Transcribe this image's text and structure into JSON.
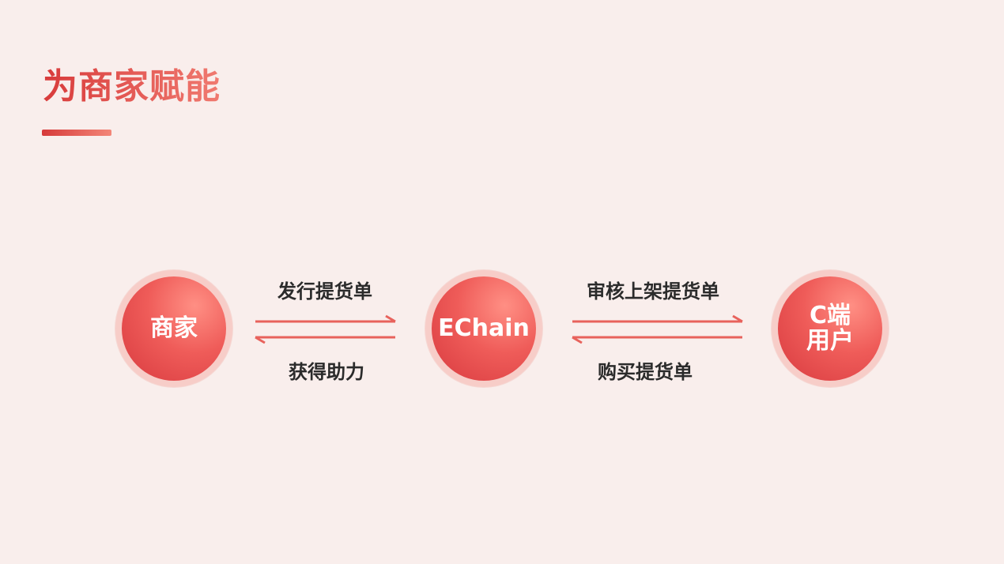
{
  "title": "为商家赋能",
  "nodes": {
    "merchant": "商家",
    "echain": "EChain",
    "c_user": "C端\n用户"
  },
  "edges": {
    "merchant_to_echain": "发行提货单",
    "echain_to_merchant": "获得助力",
    "echain_to_user": "审核上架提货单",
    "user_to_echain": "购买提货单"
  },
  "colors": {
    "accent": "#e0504f",
    "background": "#f9eeec",
    "node_ring": "#f7cdc8",
    "arrow": "#e8625c"
  }
}
